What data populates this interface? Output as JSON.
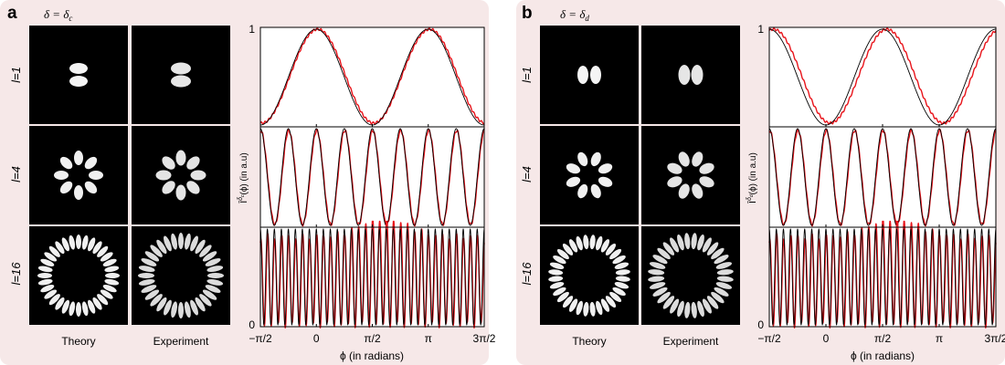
{
  "panels": [
    {
      "letter": "a",
      "delta_base": "δ = δ",
      "delta_sub": "c",
      "ylabel_sup": "δ",
      "ylabel_sup_sub": "c",
      "column_labels": [
        "Theory",
        "Experiment"
      ],
      "row_labels": [
        "l=1",
        "l=4",
        "l=16"
      ]
    },
    {
      "letter": "b",
      "delta_base": "δ = δ",
      "delta_sub": "d",
      "ylabel_sup": "δ",
      "ylabel_sup_sub": "d",
      "column_labels": [
        "Theory",
        "Experiment"
      ],
      "row_labels": [
        "l=1",
        "l=4",
        "l=16"
      ]
    }
  ],
  "chart_data": [
    {
      "type": "line",
      "panel": "a",
      "title": "",
      "xlabel": "ϕ (in radians)",
      "ylabel": "Ī_out(ϕ) (in a.u)",
      "xticks": [
        "−π/2",
        "0",
        "π/2",
        "π",
        "3π/2"
      ],
      "xlim": [
        "-π/2",
        "3π/2"
      ],
      "ylim": [
        0,
        1
      ],
      "yticks": [
        "1",
        "0"
      ],
      "series_colors": {
        "theory": "#000000",
        "experiment": "#e8141b"
      },
      "subplots": [
        {
          "l": 1,
          "theory": "cos²(ϕ)",
          "experiment_peak_x": [
            0,
            3.14159
          ],
          "experiment_min_x": [
            1.5708
          ]
        },
        {
          "l": 4,
          "theory": "cos²(4ϕ)"
        },
        {
          "l": 16,
          "theory": "cos²(16ϕ)"
        }
      ]
    },
    {
      "type": "line",
      "panel": "b",
      "title": "",
      "xlabel": "ϕ (in radians)",
      "ylabel": "Ī_out(ϕ) (in a.u)",
      "xticks": [
        "−π/2",
        "0",
        "π/2",
        "π",
        "3π/2"
      ],
      "xlim": [
        "-π/2",
        "3π/2"
      ],
      "ylim": [
        0,
        1
      ],
      "yticks": [
        "1",
        "0"
      ],
      "series_colors": {
        "theory": "#000000",
        "experiment": "#e8141b"
      },
      "subplots": [
        {
          "l": 1,
          "theory": "sin²(ϕ)",
          "experiment_peak_x": [
            -1.5708,
            1.5708,
            4.71239
          ],
          "experiment_min_x": [
            0,
            3.14159
          ]
        },
        {
          "l": 4,
          "theory": "cos²(4ϕ)"
        },
        {
          "l": 16,
          "theory": "cos²(16ϕ)"
        }
      ]
    }
  ]
}
